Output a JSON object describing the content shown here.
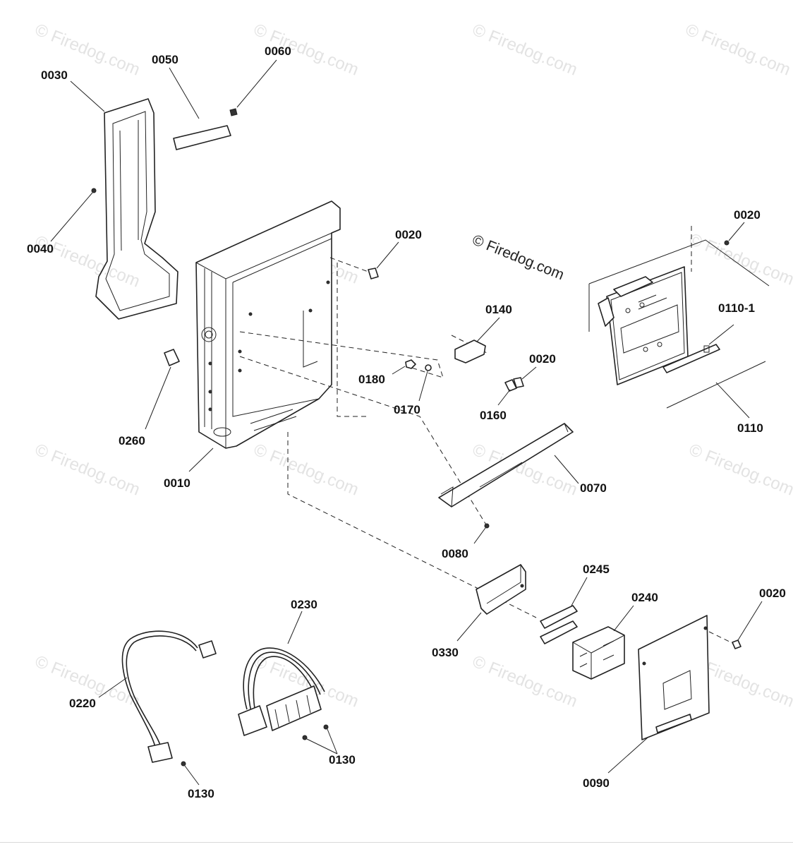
{
  "watermark": {
    "text": "© Firedog.com",
    "inline_text": "© Firedog.com"
  },
  "labels": {
    "p0030": "0030",
    "p0050": "0050",
    "p0060": "0060",
    "p0040": "0040",
    "p0020_top": "0020",
    "p0140": "0140",
    "p0180": "0180",
    "p0170": "0170",
    "p0020_mid": "0020",
    "p0160": "0160",
    "p0260": "0260",
    "p0010": "0010",
    "p0020_right": "0020",
    "p0110_1": "0110-1",
    "p0110": "0110",
    "p0070": "0070",
    "p0080": "0080",
    "p0245": "0245",
    "p0240": "0240",
    "p0020_bottom": "0020",
    "p0230": "0230",
    "p0330": "0330",
    "p0220": "0220",
    "p0130_right": "0130",
    "p0130_left": "0130",
    "p0090": "0090"
  }
}
